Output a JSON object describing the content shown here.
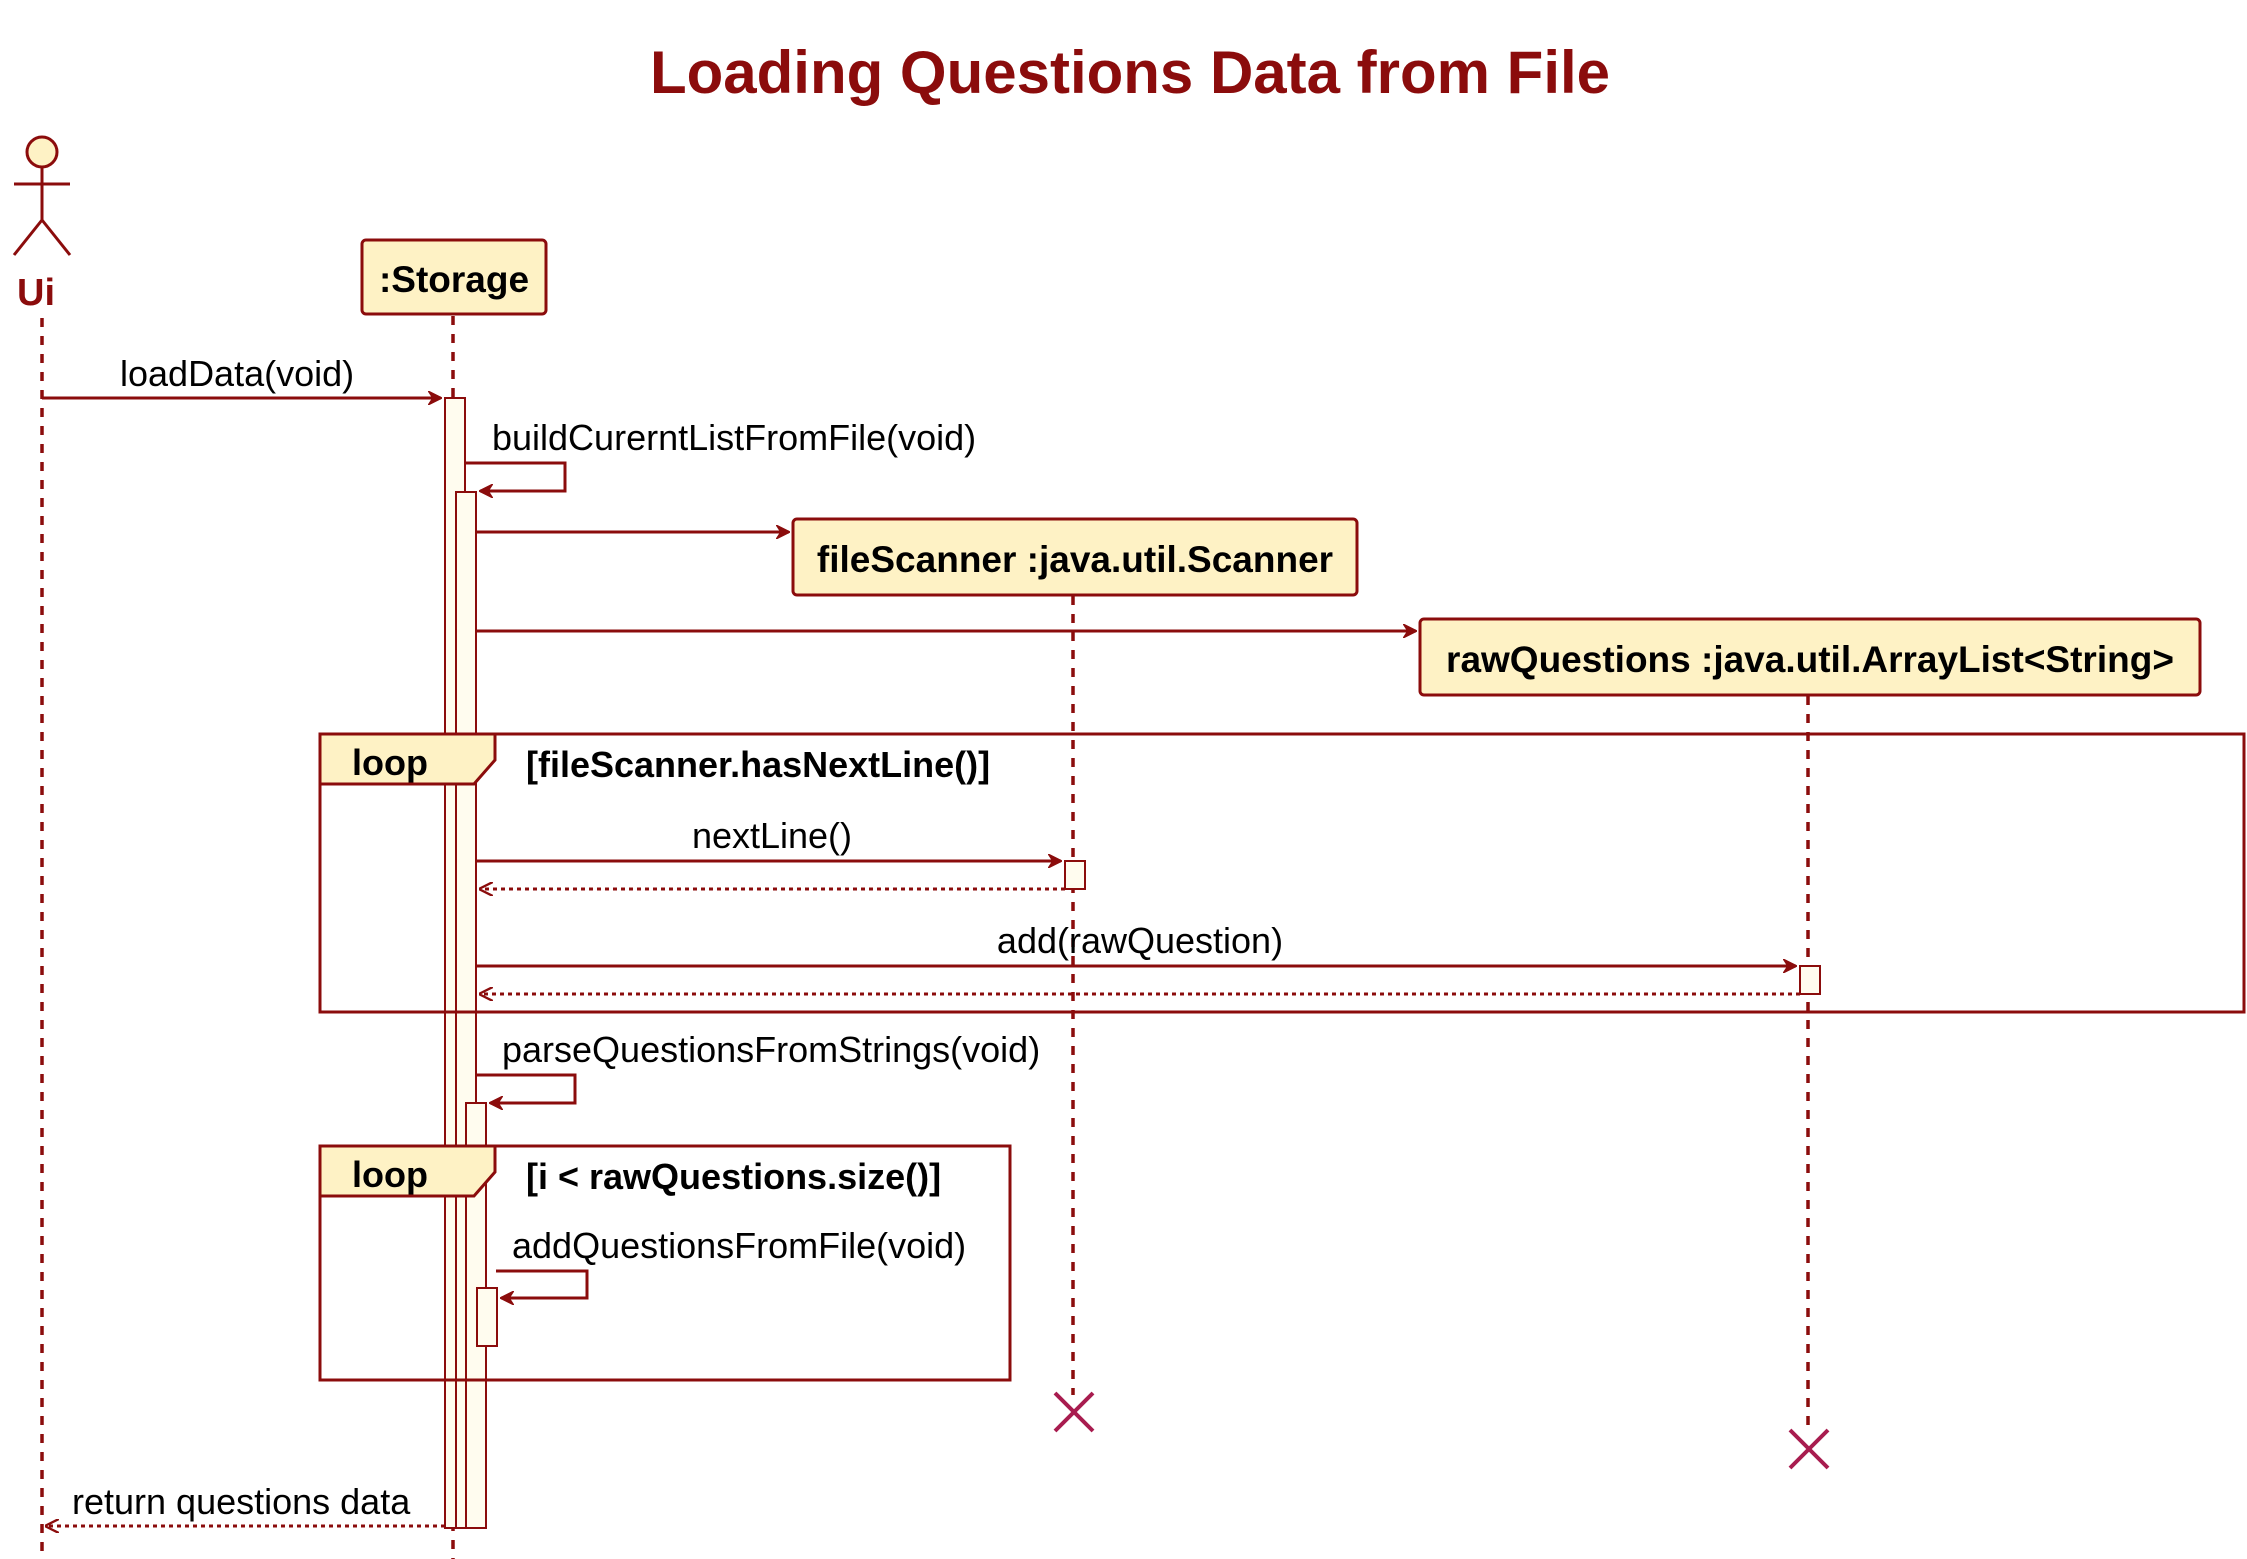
{
  "title": "Loading Questions Data from File",
  "participants": {
    "ui": "Ui",
    "storage": ":Storage",
    "scanner": "fileScanner :java.util.Scanner",
    "raw": "rawQuestions :java.util.ArrayList<String>"
  },
  "messages": {
    "load_data": "loadData(void)",
    "build_list": "buildCurerntListFromFile(void)",
    "next_line": "nextLine()",
    "add_raw": "add(rawQuestion)",
    "parse": "parseQuestionsFromStrings(void)",
    "add_from_file": "addQuestionsFromFile(void)",
    "return_data": "return questions data"
  },
  "loops": [
    {
      "keyword": "loop",
      "guard": "[fileScanner.hasNextLine()]"
    },
    {
      "keyword": "loop",
      "guard": "[i < rawQuestions.size()]"
    }
  ],
  "colors": {
    "accent": "#8b0c0c",
    "box_fill": "#fef2c5",
    "activation_fill": "#fffcef",
    "destroy": "#a81c4f"
  }
}
